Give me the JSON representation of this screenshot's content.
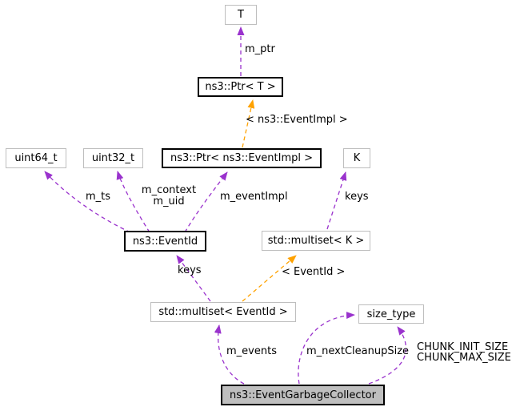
{
  "diagram": {
    "type": "collaboration-diagram",
    "colors": {
      "member_edge": "#9a32cd",
      "template_edge": "#ffa200",
      "external_node_border": "#bebebe",
      "class_node_border": "#000000",
      "main_node_fill": "#bfbfbf",
      "background": "#ffffff"
    },
    "nodes": [
      {
        "id": "t",
        "label": "T"
      },
      {
        "id": "ptr-t",
        "label": "ns3::Ptr< T >"
      },
      {
        "id": "uint64-t",
        "label": "uint64_t"
      },
      {
        "id": "uint32-t",
        "label": "uint32_t"
      },
      {
        "id": "ptr-eventimpl",
        "label": "ns3::Ptr< ns3::EventImpl >"
      },
      {
        "id": "k",
        "label": "K"
      },
      {
        "id": "eventid",
        "label": "ns3::EventId"
      },
      {
        "id": "multiset-k",
        "label": "std::multiset< K >"
      },
      {
        "id": "multiset-eventid",
        "label": "std::multiset< EventId >"
      },
      {
        "id": "size-type",
        "label": "size_type"
      },
      {
        "id": "event-garbage-collector",
        "label": "ns3::EventGarbageCollector"
      }
    ],
    "edge_labels": {
      "m_ptr": "m_ptr",
      "tmpl_eventimpl": "< ns3::EventImpl >",
      "m_ts": "m_ts",
      "m_context": "m_context",
      "m_uid": "m_uid",
      "m_eventImpl": "m_eventImpl",
      "keys_k": "keys",
      "keys_eventid": "keys",
      "tmpl_eventid": "< EventId >",
      "m_events": "m_events",
      "m_nextCleanupSize": "m_nextCleanupSize",
      "chunk_init": "CHUNK_INIT_SIZE",
      "chunk_max": "CHUNK_MAX_SIZE"
    }
  }
}
